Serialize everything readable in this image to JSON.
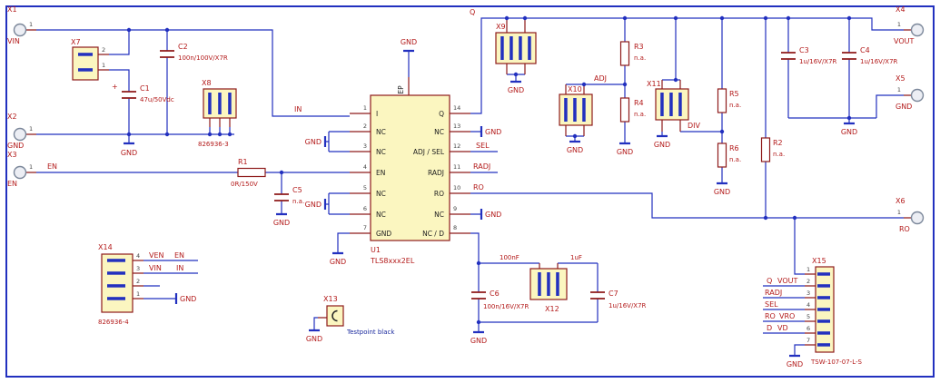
{
  "colors": {
    "wire": "#2230bf",
    "part_outline": "#8e1a1a",
    "part_fill": "#fbf6c0",
    "label_red": "#b31a1a",
    "value_blue": "#1b2a9e",
    "connector_stroke": "#7a8699"
  },
  "connectors": {
    "x1": {
      "ref": "X1",
      "pin": "1",
      "net": "VIN"
    },
    "x2": {
      "ref": "X2",
      "pin": "1",
      "net": "GND"
    },
    "x3": {
      "ref": "X3",
      "pin": "1",
      "net": "EN"
    },
    "x4": {
      "ref": "X4",
      "pin": "1",
      "net": "VOUT"
    },
    "x5": {
      "ref": "X5",
      "pin": "1",
      "net": "GND"
    },
    "x6": {
      "ref": "X6",
      "pin": "1",
      "net": "RO"
    }
  },
  "capacitors": {
    "c1": {
      "ref": "C1",
      "value": "47u/50Vdc",
      "polarity": "+"
    },
    "c2": {
      "ref": "C2",
      "value": "100n/100V/X7R"
    },
    "c3": {
      "ref": "C3",
      "value": "1u/16V/X7R"
    },
    "c4": {
      "ref": "C4",
      "value": "1u/16V/X7R"
    },
    "c5": {
      "ref": "C5",
      "value": "n.a."
    },
    "c6": {
      "ref": "C6",
      "value": "100n/16V/X7R"
    },
    "c7": {
      "ref": "C7",
      "value": "1u/16V/X7R"
    }
  },
  "resistors": {
    "r1": {
      "ref": "R1",
      "value": "0R/150V"
    },
    "r2": {
      "ref": "R2",
      "value": "n.a."
    },
    "r3": {
      "ref": "R3",
      "value": "n.a."
    },
    "r4": {
      "ref": "R4",
      "value": "n.a."
    },
    "r5": {
      "ref": "R5",
      "value": "n.a."
    },
    "r6": {
      "ref": "R6",
      "value": "n.a."
    }
  },
  "jumpers": {
    "x7": {
      "ref": "X7",
      "pins": [
        "2",
        "1"
      ]
    },
    "x8": {
      "ref": "X8",
      "value": "826936-3"
    },
    "x9": {
      "ref": "X9"
    },
    "x10": {
      "ref": "X10"
    },
    "x11": {
      "ref": "X11"
    },
    "x12": {
      "ref": "X12"
    },
    "x13": {
      "ref": "X13",
      "value": "Testpoint black"
    },
    "x14": {
      "ref": "X14",
      "value": "826936-4",
      "pins": [
        "4",
        "3",
        "2",
        "1"
      ],
      "labels": {
        "pin4": [
          "VEN",
          "EN"
        ],
        "pin3": [
          "VIN",
          "IN"
        ]
      }
    },
    "x15": {
      "ref": "X15",
      "value": "TSW-107-07-L-S",
      "pins": [
        "1",
        "2",
        "3",
        "4",
        "5",
        "6",
        "7"
      ],
      "labels": {
        "pin2": [
          "Q",
          "VOUT"
        ],
        "pin3": "RADJ",
        "pin4": "SEL",
        "pin5": [
          "RO",
          "VRO"
        ],
        "pin6": [
          "D",
          "VD"
        ]
      }
    }
  },
  "ic": {
    "ref": "U1",
    "value": "TLS8xxx2EL",
    "ep": "EP",
    "left_pins": [
      {
        "num": "1",
        "name": "I"
      },
      {
        "num": "2",
        "name": "NC"
      },
      {
        "num": "3",
        "name": "NC"
      },
      {
        "num": "4",
        "name": "EN"
      },
      {
        "num": "5",
        "name": "NC"
      },
      {
        "num": "6",
        "name": "NC"
      },
      {
        "num": "7",
        "name": "GND"
      }
    ],
    "right_pins": [
      {
        "num": "14",
        "name": "Q"
      },
      {
        "num": "13",
        "name": "NC"
      },
      {
        "num": "12",
        "name": "ADJ / SEL"
      },
      {
        "num": "11",
        "name": "RADJ"
      },
      {
        "num": "10",
        "name": "RO"
      },
      {
        "num": "9",
        "name": "NC"
      },
      {
        "num": "8",
        "name": "NC / D"
      }
    ]
  },
  "net_labels": {
    "gnd": "GND",
    "in": "IN",
    "en": "EN",
    "q": "Q",
    "sel": "SEL",
    "radj": "RADJ",
    "ro": "RO",
    "adj": "ADJ",
    "div": "DIV",
    "c6_alt": "100nF",
    "c7_alt": "1uF"
  }
}
